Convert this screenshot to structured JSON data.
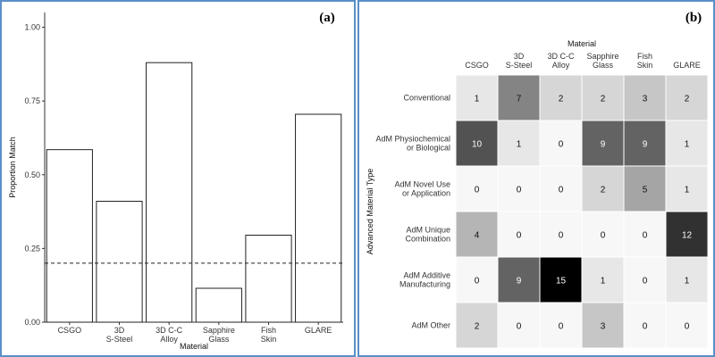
{
  "chart_data": [
    {
      "panel_label": "(a)",
      "type": "bar",
      "xlabel": "Material",
      "ylabel": "Proportion Match",
      "categories": [
        "CSGO",
        "3D\nS-Steel",
        "3D C-C\nAlloy",
        "Sapphire\nGlass",
        "Fish\nSkin",
        "GLARE"
      ],
      "values": [
        0.585,
        0.41,
        0.88,
        0.115,
        0.295,
        0.705
      ],
      "ylim": [
        0,
        1.05
      ],
      "yticks": [
        "0.00",
        "0.25",
        "0.50",
        "0.75",
        "1.00"
      ],
      "reference_line": 0.2,
      "colors": {
        "bar_fill": "#ffffff",
        "bar_stroke": "#222222",
        "axis": "#333333"
      }
    },
    {
      "panel_label": "(b)",
      "type": "heatmap",
      "xlabel": "Material",
      "ylabel": "Advanced Material Type",
      "x_position": "top",
      "columns": [
        "CSGO",
        "3D\nS-Steel",
        "3D C-C\nAlloy",
        "Sapphire\nGlass",
        "Fish\nSkin",
        "GLARE"
      ],
      "rows": [
        "Conventional",
        "AdM Physiochemical\nor Biological",
        "AdM Novel Use\nor Application",
        "AdM Unique\nCombination",
        "AdM Additive\nManufacturing",
        "AdM Other"
      ],
      "values": [
        [
          1,
          7,
          2,
          2,
          3,
          2
        ],
        [
          10,
          1,
          0,
          9,
          9,
          1
        ],
        [
          0,
          0,
          0,
          2,
          5,
          1
        ],
        [
          4,
          0,
          0,
          0,
          0,
          12
        ],
        [
          0,
          9,
          15,
          1,
          0,
          1
        ],
        [
          2,
          0,
          0,
          3,
          0,
          0
        ]
      ],
      "max_value": 15,
      "colors": {
        "low": "#f7f7f7",
        "high": "#000000"
      }
    }
  ]
}
